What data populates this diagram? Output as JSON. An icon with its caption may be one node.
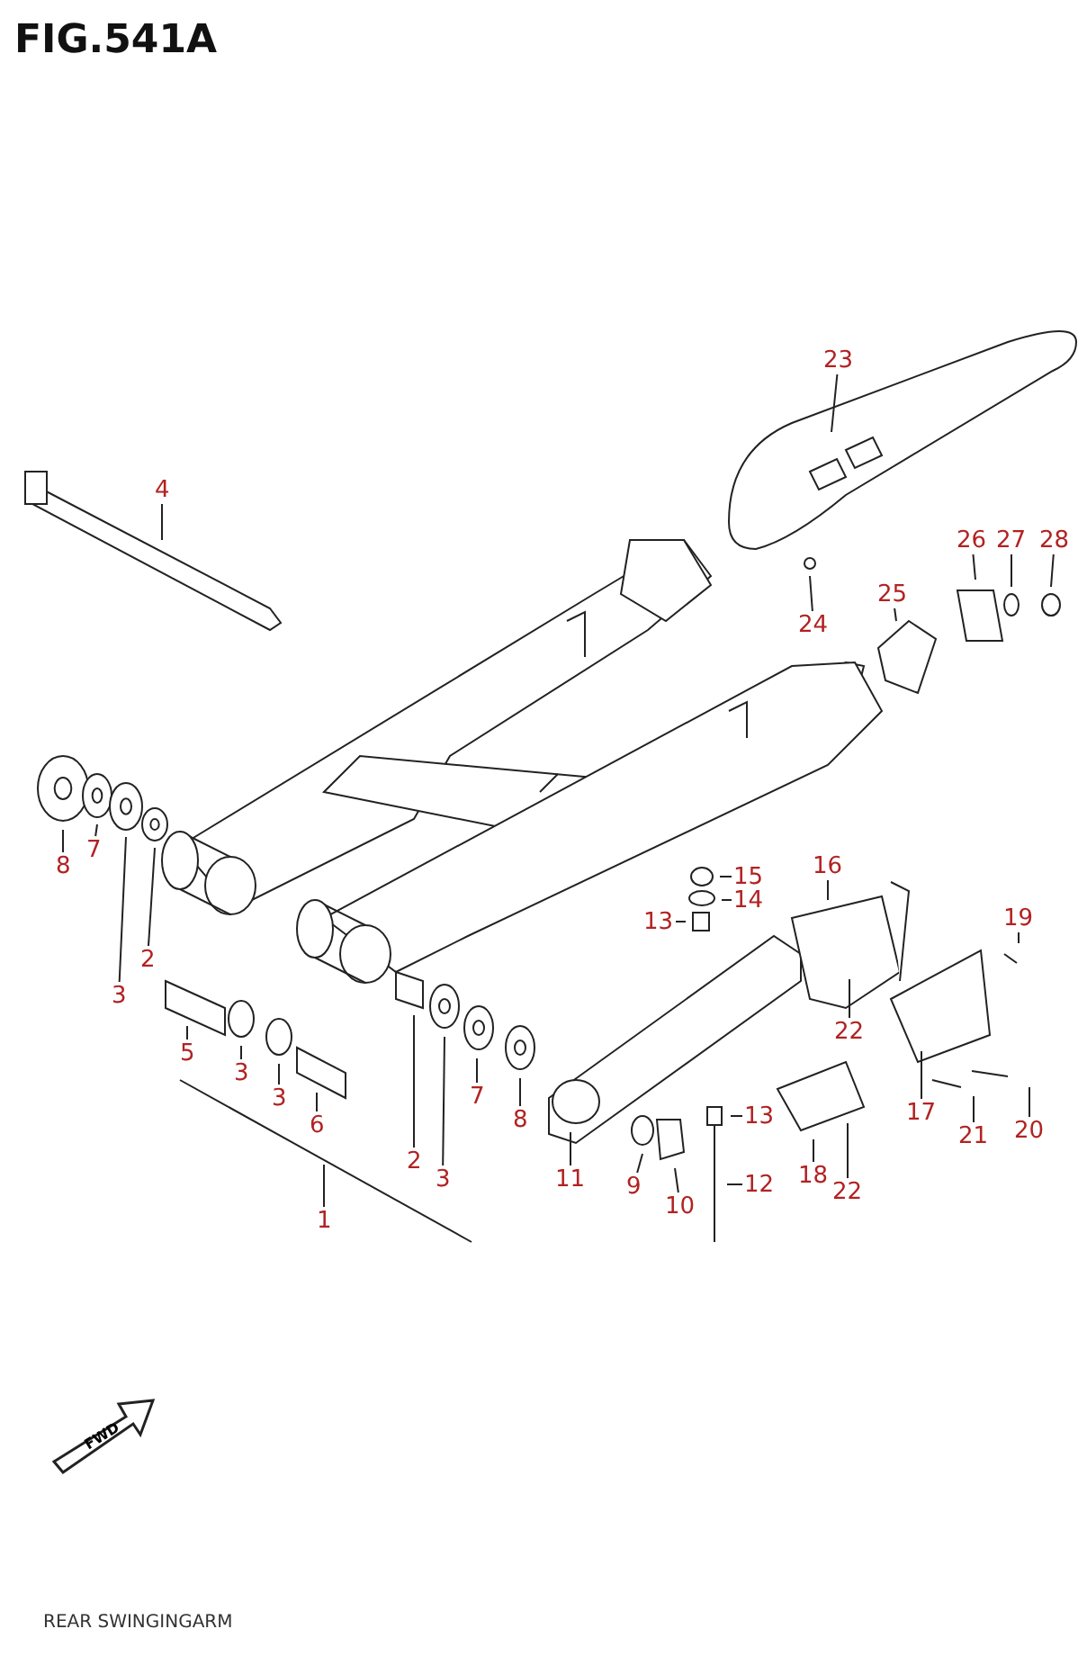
{
  "diagram": {
    "title": "FIG.541A",
    "caption": "REAR SWINGINGARM",
    "nodes": [
      {
        "text": [
          "23"
        ]
      },
      {
        "text": [
          "4"
        ]
      },
      {
        "text": [
          "26"
        ]
      },
      {
        "text": [
          "27"
        ]
      },
      {
        "text": [
          "28"
        ]
      },
      {
        "text": [
          "25"
        ]
      },
      {
        "text": [
          "24"
        ]
      },
      {
        "text": [
          "8"
        ]
      },
      {
        "text": [
          "7"
        ]
      },
      {
        "text": [
          "15"
        ]
      },
      {
        "text": [
          "14"
        ]
      },
      {
        "text": [
          "16"
        ]
      },
      {
        "text": [
          "13"
        ]
      },
      {
        "text": [
          "19"
        ]
      },
      {
        "text": [
          "3"
        ]
      },
      {
        "text": [
          "2"
        ]
      },
      {
        "text": [
          "22"
        ]
      },
      {
        "text": [
          "5"
        ]
      },
      {
        "text": [
          "3"
        ]
      },
      {
        "text": [
          "3"
        ]
      },
      {
        "text": [
          "7"
        ]
      },
      {
        "text": [
          "6"
        ]
      },
      {
        "text": [
          "8"
        ]
      },
      {
        "text": [
          "17"
        ]
      },
      {
        "text": [
          "13"
        ]
      },
      {
        "text": [
          "20"
        ]
      },
      {
        "text": [
          "21"
        ]
      },
      {
        "text": [
          "2"
        ]
      },
      {
        "text": [
          "1"
        ]
      },
      {
        "text": [
          "3"
        ]
      },
      {
        "text": [
          "18"
        ]
      },
      {
        "text": [
          "11"
        ]
      },
      {
        "text": [
          "9"
        ]
      },
      {
        "text": [
          "22"
        ]
      },
      {
        "text": [
          "10"
        ]
      },
      {
        "text": [
          "12"
        ]
      }
    ],
    "edges": [
      {
        "from": 0,
        "to": null,
        "arrow": "none"
      },
      {
        "from": 1,
        "to": null,
        "arrow": "none"
      },
      {
        "from": 2,
        "to": null,
        "arrow": "none"
      },
      {
        "from": 3,
        "to": null,
        "arrow": "none"
      },
      {
        "from": 4,
        "to": null,
        "arrow": "none"
      },
      {
        "from": 5,
        "to": null,
        "arrow": "none"
      },
      {
        "from": 6,
        "to": null,
        "arrow": "none"
      },
      {
        "from": 7,
        "to": null,
        "arrow": "none"
      },
      {
        "from": 8,
        "to": null,
        "arrow": "none"
      },
      {
        "from": 9,
        "to": null,
        "arrow": "none"
      },
      {
        "from": 10,
        "to": null,
        "arrow": "none"
      },
      {
        "from": 11,
        "to": null,
        "arrow": "none"
      },
      {
        "from": 12,
        "to": null,
        "arrow": "none"
      },
      {
        "from": 13,
        "to": null,
        "arrow": "none"
      },
      {
        "from": 14,
        "to": null,
        "arrow": "none"
      },
      {
        "from": 15,
        "to": null,
        "arrow": "none"
      },
      {
        "from": 16,
        "to": null,
        "arrow": "none"
      },
      {
        "from": 17,
        "to": null,
        "arrow": "none"
      },
      {
        "from": 18,
        "to": null,
        "arrow": "none"
      },
      {
        "from": 19,
        "to": null,
        "arrow": "none"
      },
      {
        "from": 20,
        "to": null,
        "arrow": "none"
      },
      {
        "from": 21,
        "to": null,
        "arrow": "none"
      },
      {
        "from": 22,
        "to": null,
        "arrow": "none"
      },
      {
        "from": 23,
        "to": null,
        "arrow": "none"
      },
      {
        "from": 24,
        "to": null,
        "arrow": "none"
      },
      {
        "from": 25,
        "to": null,
        "arrow": "none"
      },
      {
        "from": 26,
        "to": null,
        "arrow": "none"
      },
      {
        "from": 27,
        "to": null,
        "arrow": "none"
      },
      {
        "from": 28,
        "to": null,
        "arrow": "none"
      },
      {
        "from": 29,
        "to": null,
        "arrow": "none"
      },
      {
        "from": 30,
        "to": null,
        "arrow": "none"
      },
      {
        "from": 31,
        "to": null,
        "arrow": "none"
      },
      {
        "from": 32,
        "to": null,
        "arrow": "none"
      },
      {
        "from": 33,
        "to": null,
        "arrow": "none"
      },
      {
        "from": 34,
        "to": null,
        "arrow": "none"
      },
      {
        "from": 35,
        "to": null,
        "arrow": "none"
      }
    ],
    "labels": [
      "FWD"
    ]
  }
}
